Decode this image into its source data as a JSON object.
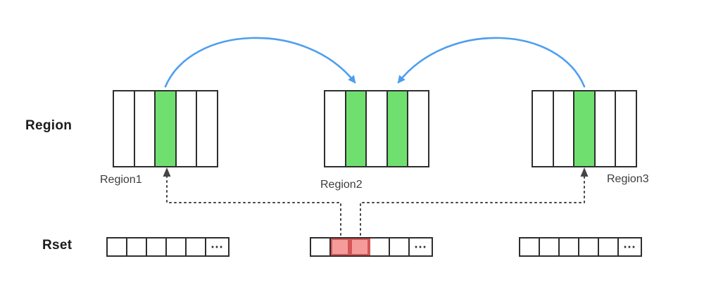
{
  "labels": {
    "region_axis": "Region",
    "rset_axis": "Rset",
    "ellipsis": "⋯"
  },
  "colors": {
    "green": "#6fe06f",
    "red_fill": "#f59c9a",
    "red_border": "#d45656",
    "arrow_blue": "#4d9ef0",
    "box_border": "#2e2e2e",
    "dotted": "#454545"
  },
  "regions": [
    {
      "name": "Region1",
      "cells": [
        0,
        0,
        1,
        0,
        0
      ]
    },
    {
      "name": "Region2",
      "cells": [
        0,
        1,
        0,
        1,
        0
      ]
    },
    {
      "name": "Region3",
      "cells": [
        0,
        0,
        1,
        0,
        0
      ]
    }
  ],
  "rsets": [
    {
      "cells": [
        0,
        0,
        0,
        0,
        0
      ]
    },
    {
      "cells": [
        0,
        1,
        1,
        0,
        0
      ]
    },
    {
      "cells": [
        0,
        0,
        0,
        0,
        0
      ]
    }
  ]
}
